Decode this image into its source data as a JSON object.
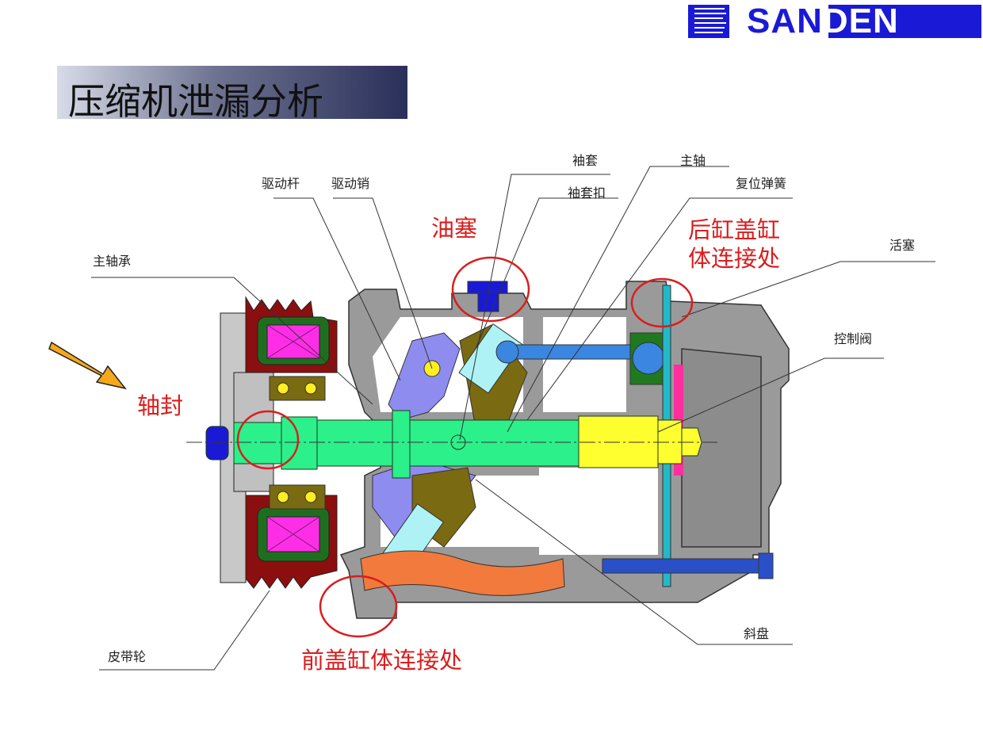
{
  "logo": {
    "text": "SANDEN"
  },
  "title": "压缩机泄漏分析",
  "part_labels": {
    "drive_rod": "驱动杆",
    "drive_pin": "驱动销",
    "sleeve": "袖套",
    "sleeve_clip": "袖套扣",
    "main_shaft": "主轴",
    "return_spring": "复位弹簧",
    "piston": "活塞",
    "control_valve": "控制阀",
    "main_bearing": "主轴承",
    "pulley": "皮带轮",
    "swash_plate": "斜盘"
  },
  "leak_points": {
    "oil_plug": "油塞",
    "rear_cover_line1": "后缸盖缸",
    "rear_cover_line2": "体连接处",
    "shaft_seal": "轴封",
    "front_cover": "前盖缸体连接处"
  },
  "colors": {
    "highlight": "#d81e1e",
    "brand": "#1a1ad6",
    "shaft": "#2cf08a"
  }
}
